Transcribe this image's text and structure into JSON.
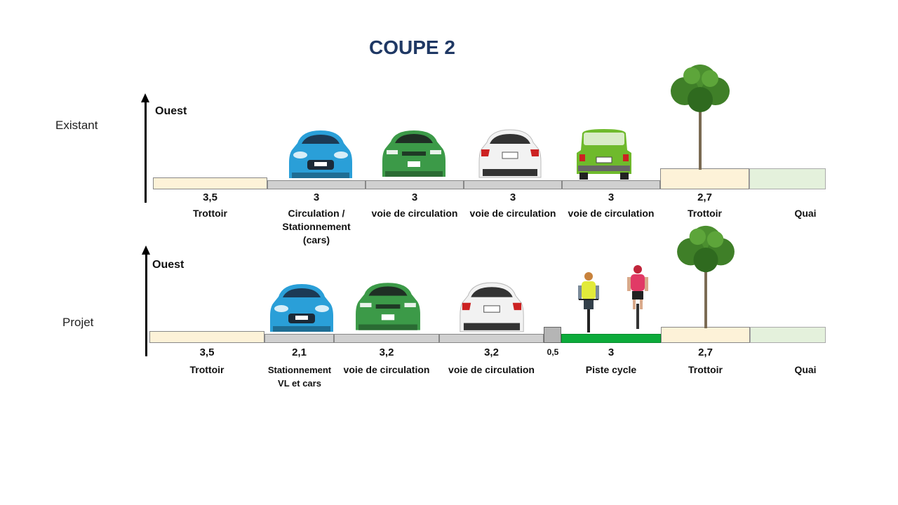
{
  "title": "COUPE 2",
  "existant": {
    "row_label": "Existant",
    "axis_label": "Ouest",
    "segments": [
      {
        "width": "3,5",
        "label": "Trottoir"
      },
      {
        "width": "3",
        "label": "Circulation / Stationnement (cars)"
      },
      {
        "width": "3",
        "label": "voie de circulation"
      },
      {
        "width": "3",
        "label": "voie de circulation"
      },
      {
        "width": "3",
        "label": "voie de circulation"
      },
      {
        "width": "2,7",
        "label": "Trottoir"
      },
      {
        "width": "",
        "label": "Quai"
      }
    ]
  },
  "projet": {
    "row_label": "Projet",
    "axis_label": "Ouest",
    "segments": [
      {
        "width": "3,5",
        "label": "Trottoir"
      },
      {
        "width": "2,1",
        "label": "Stationnement VL et cars"
      },
      {
        "width": "3,2",
        "label": "voie de circulation"
      },
      {
        "width": "3,2",
        "label": "voie de circulation"
      },
      {
        "width": "0,5",
        "label": ""
      },
      {
        "width": "3",
        "label": "Piste cycle"
      },
      {
        "width": "2,7",
        "label": "Trottoir"
      },
      {
        "width": "",
        "label": "Quai"
      }
    ]
  },
  "colors": {
    "title": "#1f3864",
    "sidewalk": "#fdf2d8",
    "road": "#d0d0d0",
    "quai": "#e4f1dc",
    "bike_lane": "#0cab3b",
    "car_blue": "#2a9fd8",
    "car_green": "#3c9a48",
    "car_white": "#f2f2f2",
    "car_lime": "#6fba2c"
  },
  "icons": [
    "car-front-blue-icon",
    "car-front-green-icon",
    "car-rear-white-icon",
    "car-rear-lime-icon",
    "tree-icon",
    "cyclist-icon"
  ]
}
